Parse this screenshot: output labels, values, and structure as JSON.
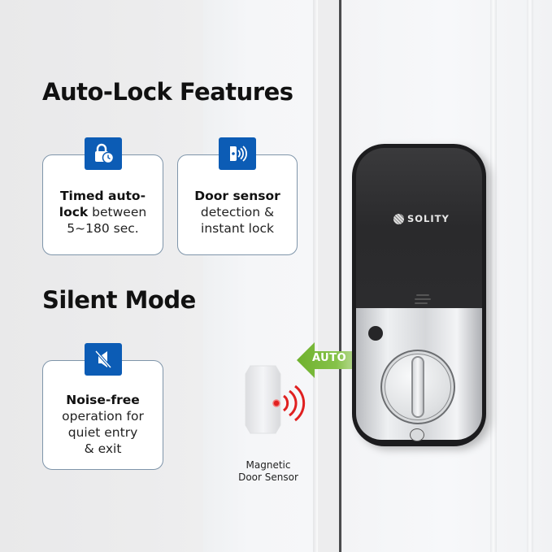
{
  "sections": {
    "auto_lock": {
      "title": "Auto-Lock Features",
      "cards": [
        {
          "icon": "lock-clock-icon",
          "bold": "Timed auto-",
          "bold2": "lock",
          "rest": " between",
          "line3": "5~180 sec."
        },
        {
          "icon": "door-sensor-signal-icon",
          "bold": "Door sensor",
          "line2": "detection &",
          "line3": "instant lock"
        }
      ]
    },
    "silent_mode": {
      "title": "Silent Mode",
      "cards": [
        {
          "icon": "speaker-muted-icon",
          "bold": "Noise-free",
          "line2": "operation for",
          "line3": "quiet entry",
          "line4": "& exit"
        }
      ]
    }
  },
  "product": {
    "brand": "SOLITY",
    "arrow_label": "AUTO",
    "sensor_label_line1": "Magnetic",
    "sensor_label_line2": "Door Sensor"
  },
  "colors": {
    "badge_blue": "#0c5cb5",
    "card_border": "#7f95aa",
    "arrow_green": "#7cbb3a",
    "signal_red": "#e02020",
    "lock_black": "#1c1c1e"
  }
}
